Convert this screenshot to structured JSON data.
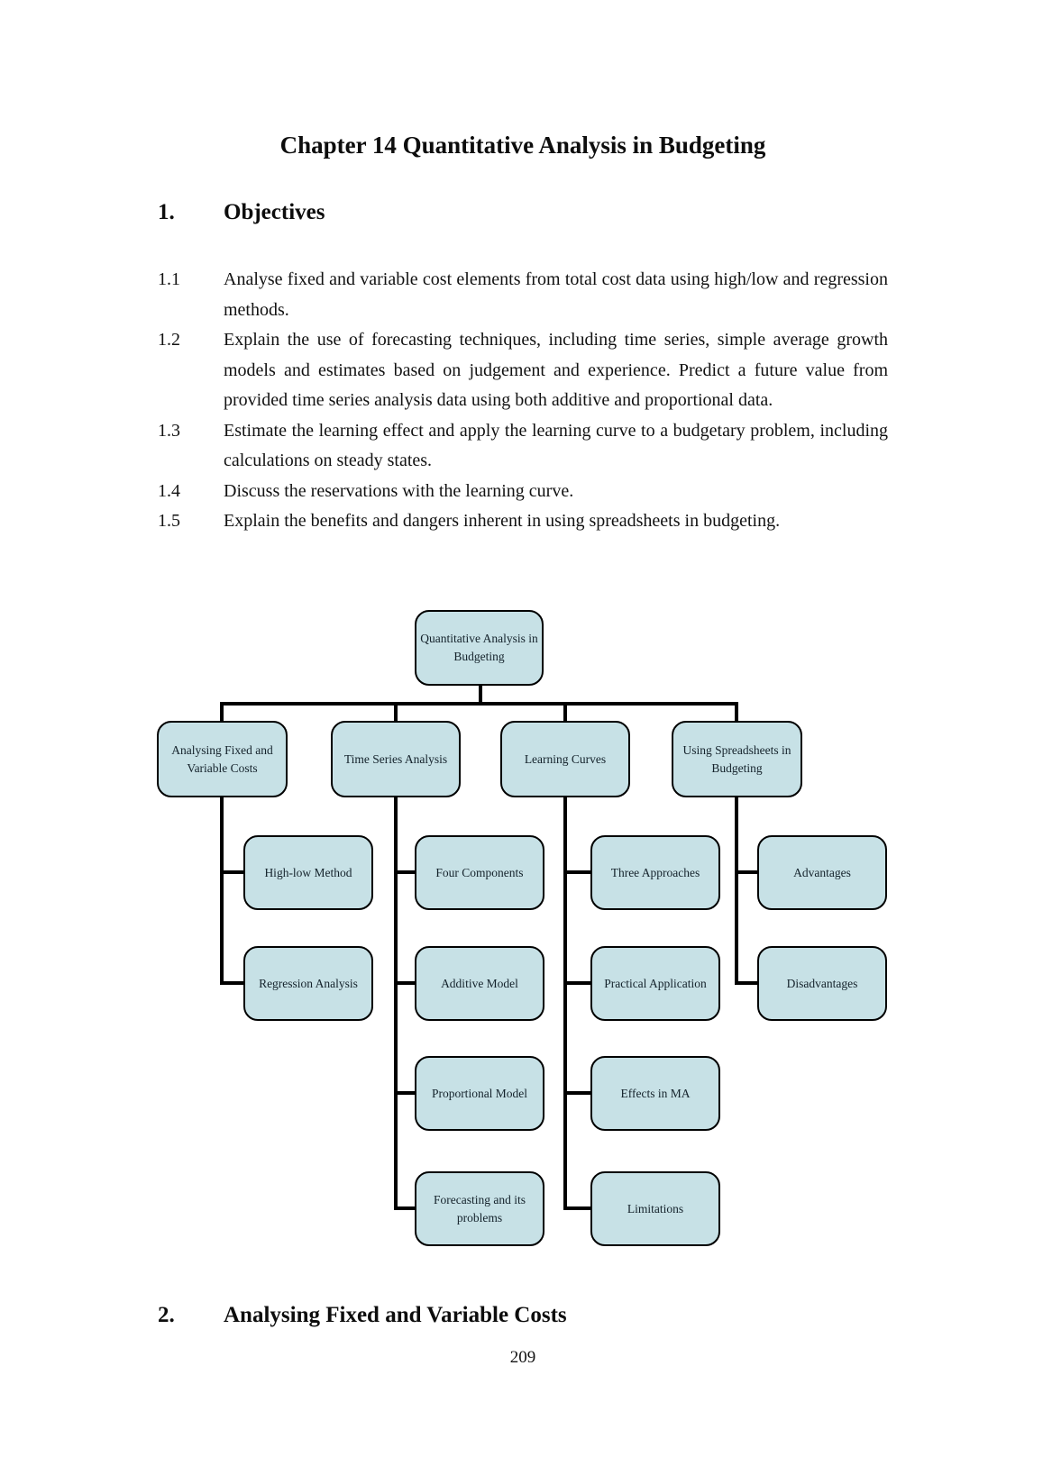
{
  "page": {
    "title": "Chapter 14 Quantitative Analysis in Budgeting",
    "number": "209"
  },
  "section1": {
    "number": "1.",
    "heading": "Objectives"
  },
  "section2": {
    "number": "2.",
    "heading": "Analysing Fixed and Variable Costs"
  },
  "objectives": [
    {
      "number": "1.1",
      "text": "Analyse fixed and variable cost elements from total cost data using high/low and regression methods."
    },
    {
      "number": "1.2",
      "text": "Explain the use of forecasting techniques, including time series, simple average growth models and estimates based on judgement and experience. Predict a future value from provided time series analysis data using both additive and proportional data."
    },
    {
      "number": "1.3",
      "text": "Estimate the learning effect and apply the learning curve to a budgetary problem, including calculations on steady states."
    },
    {
      "number": "1.4",
      "text": "Discuss the reservations with the learning curve."
    },
    {
      "number": "1.5",
      "text": "Explain the benefits and dangers inherent in using spreadsheets in budgeting."
    }
  ],
  "diagram": {
    "root_label": "Quantitative Analysis in Budgeting",
    "box_fill": "#c7e1e6",
    "box_border": "#000000",
    "line_color": "#000000",
    "branches": [
      {
        "label": "Analysing Fixed and Variable Costs",
        "children": [
          "High-low Method",
          "Regression Analysis"
        ]
      },
      {
        "label": "Time Series Analysis",
        "children": [
          "Four Components",
          "Additive Model",
          "Proportional Model",
          "Forecasting and its problems"
        ]
      },
      {
        "label": "Learning Curves",
        "children": [
          "Three Approaches",
          "Practical Application",
          "Effects in MA",
          "Limitations"
        ]
      },
      {
        "label": "Using Spreadsheets in Budgeting",
        "children": [
          "Advantages",
          "Disadvantages"
        ]
      }
    ]
  }
}
